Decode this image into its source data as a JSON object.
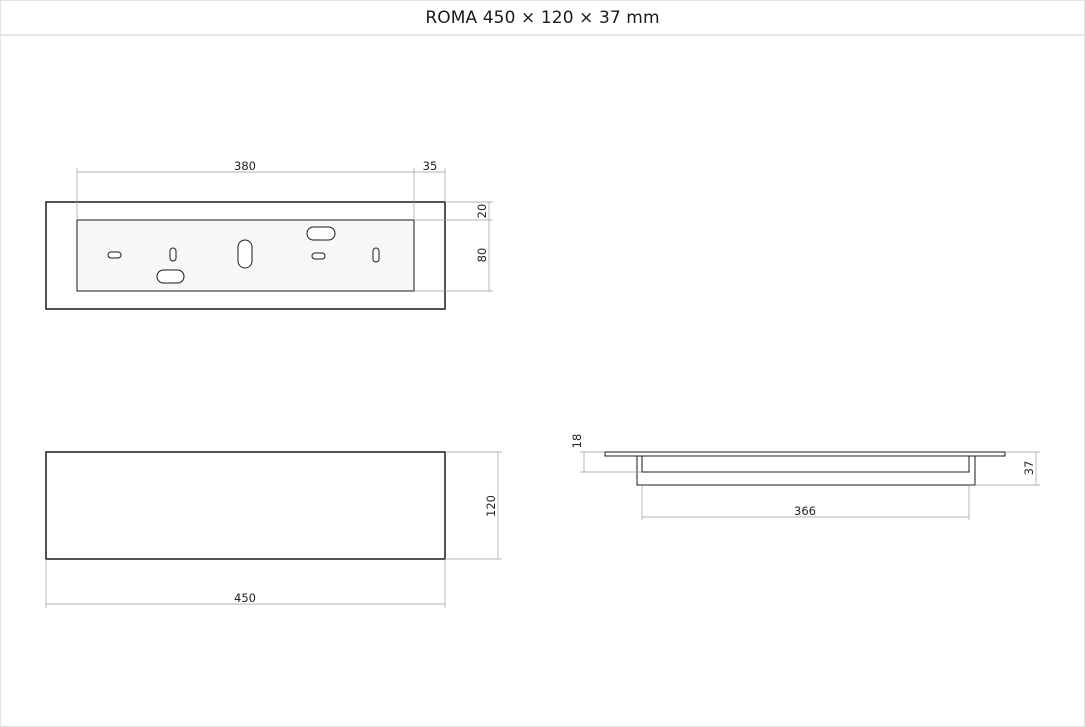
{
  "title": "ROMA 450 × 120 × 37 mm",
  "dimensions": {
    "inner_width": "380",
    "offset_right": "35",
    "offset_top": "20",
    "inner_height": "80",
    "outer_width": "450",
    "outer_height": "120",
    "flange_height": "18",
    "total_depth": "37",
    "body_width": "366"
  },
  "views": [
    "top-view",
    "front-view",
    "side-section"
  ],
  "colors": {
    "outline": "#1a1a1a",
    "dimension_line": "#9a9a9a",
    "background": "#ffffff"
  }
}
